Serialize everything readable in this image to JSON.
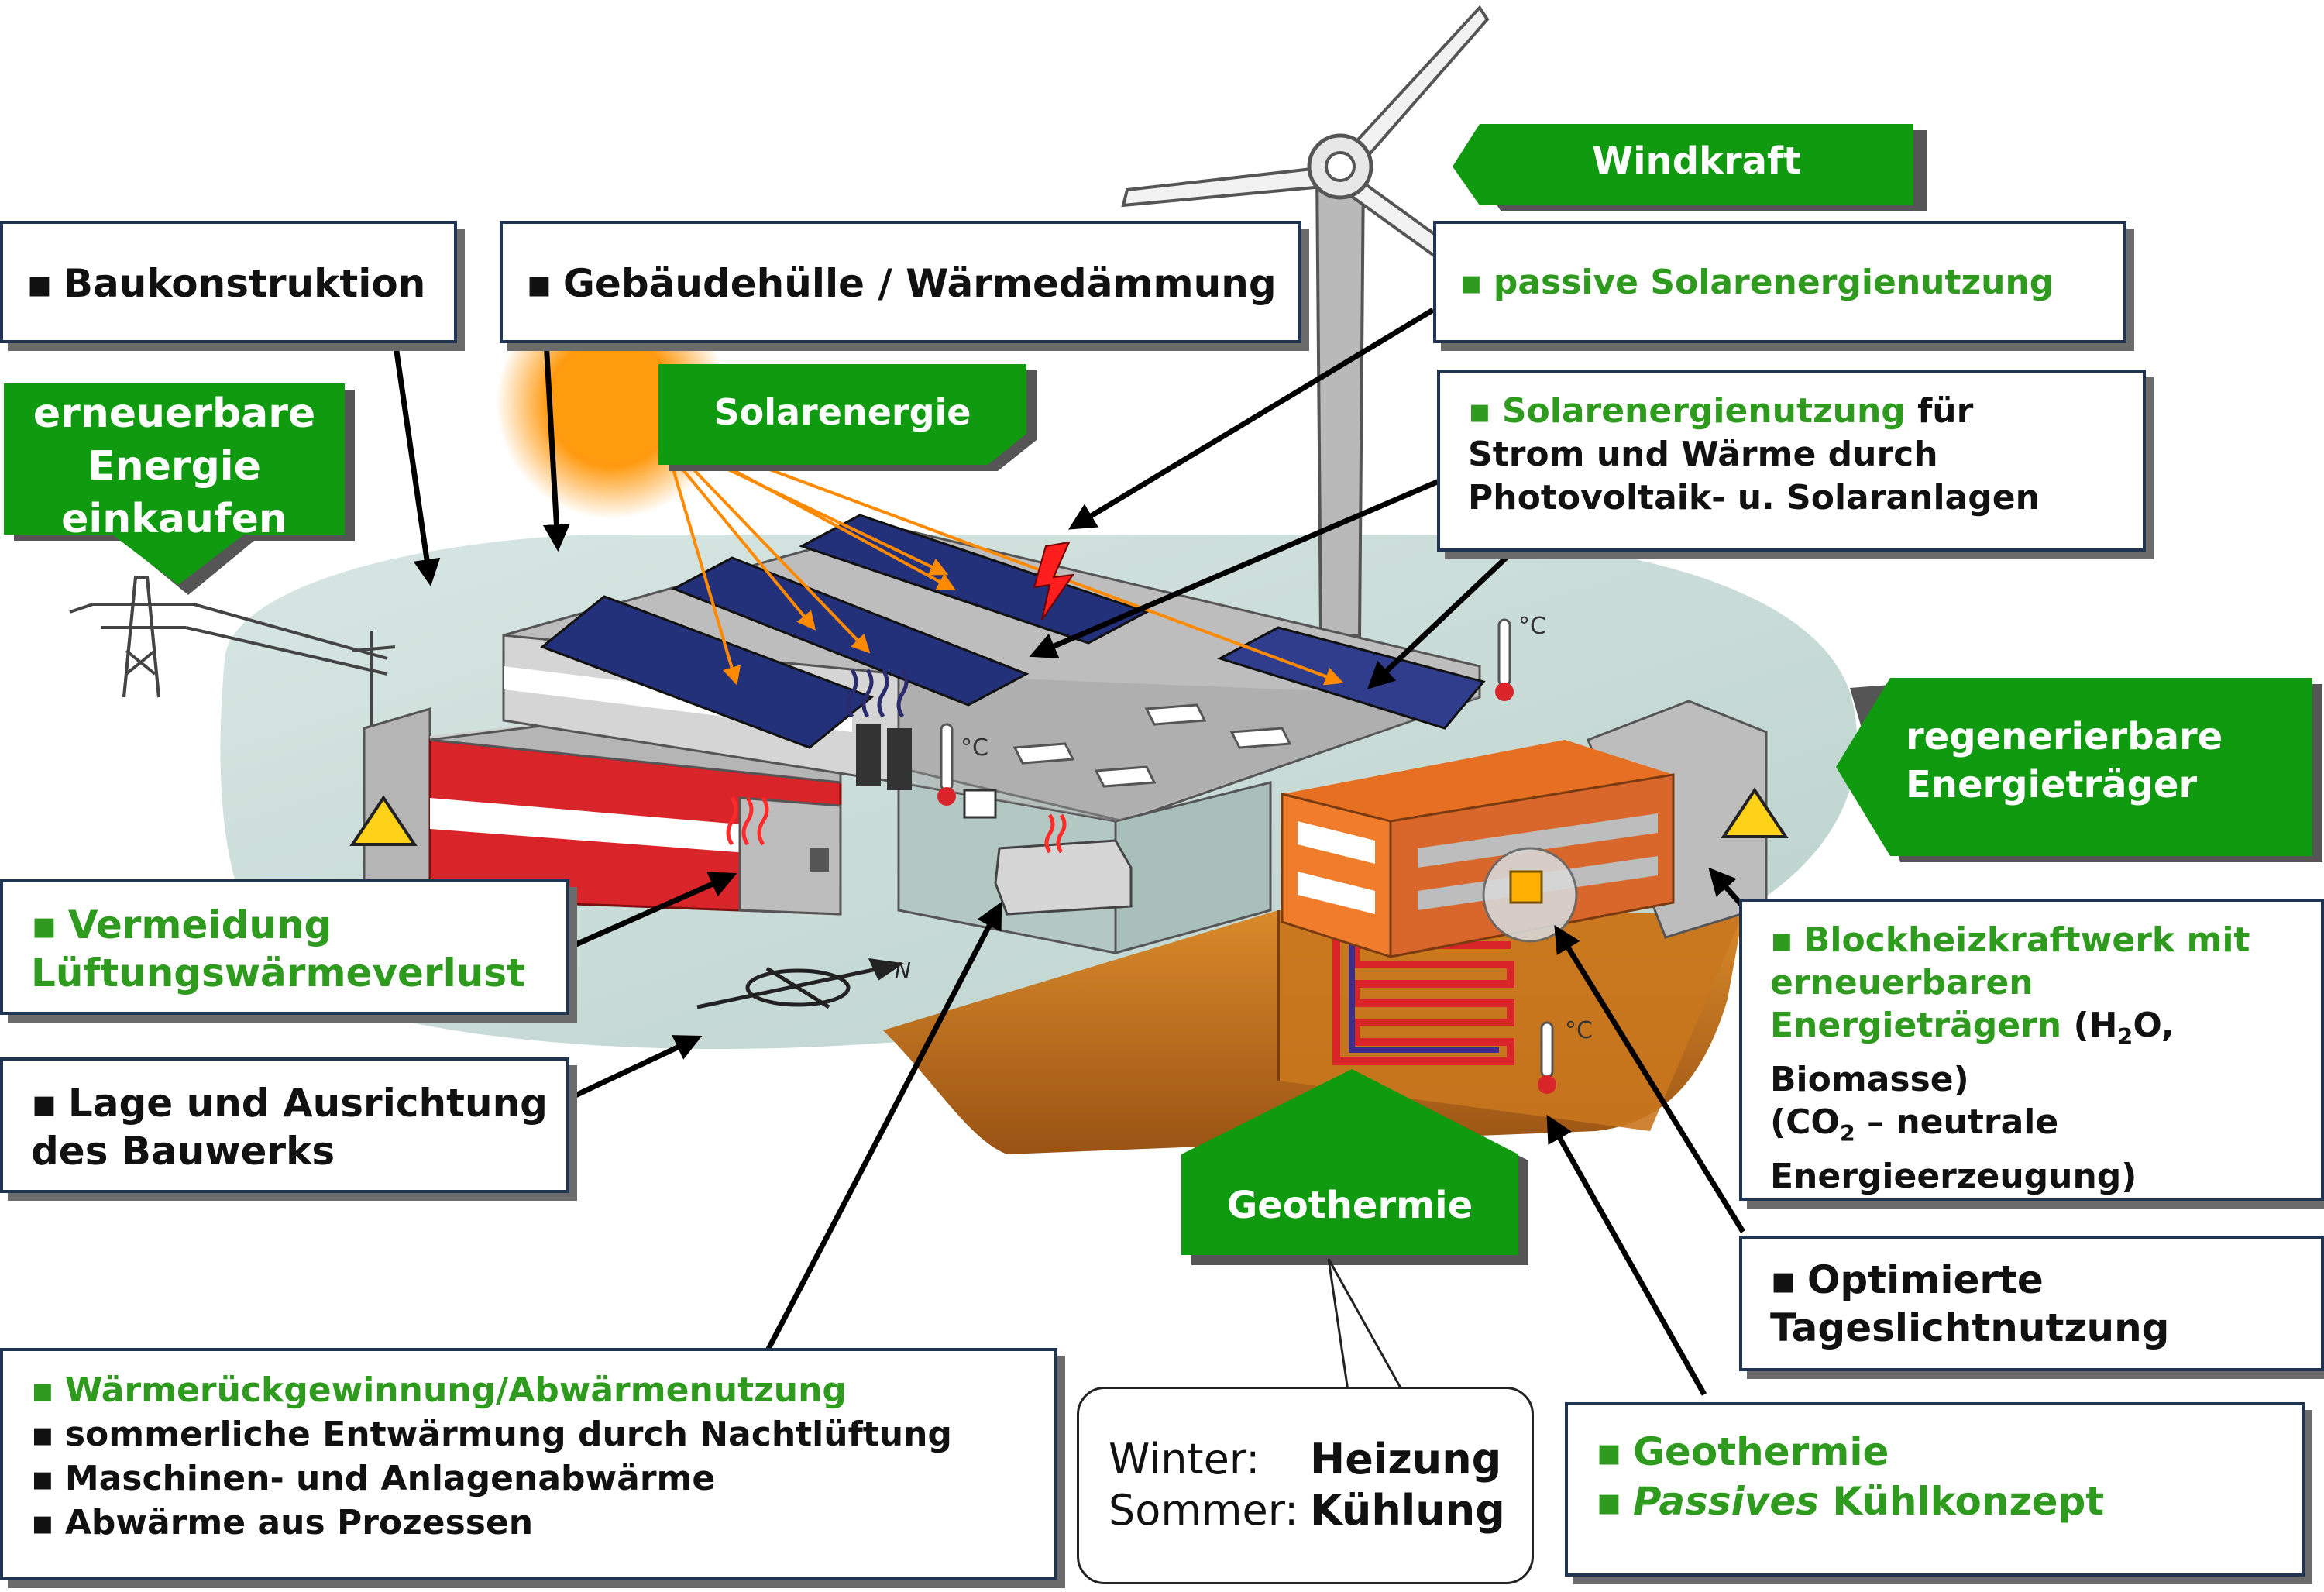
{
  "boxes": {
    "baukonstruktion": "Baukonstruktion",
    "gebaeudehuelle": "Gebäudehülle / Wärmedämmung",
    "passive_solar": "passive Solarenergienutzung",
    "solar_nutzung_green": "Solarenergienutzung",
    "solar_nutzung_rest1": " für",
    "solar_nutzung_line2": "Strom und Wärme durch",
    "solar_nutzung_line3": "Photovoltaik- u. Solaranlagen",
    "vermeidung_line1": "Vermeidung",
    "vermeidung_line2": "Lüftungswärmeverlust",
    "lage_line1": "Lage und Ausrichtung",
    "lage_line2": "des Bauwerks",
    "bhkw_line1": "Blockheizkraftwerk mit",
    "bhkw_line2": "erneuerbaren",
    "bhkw_line3": "Energieträgern",
    "bhkw_line3_rest": " (H",
    "bhkw_h2o_sub": "2",
    "bhkw_h2o_end": "O,",
    "bhkw_line4": "Biomasse)",
    "bhkw_line5a": "(CO",
    "bhkw_co2_sub": "2",
    "bhkw_line5b": " – neutrale",
    "bhkw_line6": "Energieerzeugung)",
    "tageslicht_line1": "Optimierte",
    "tageslicht_line2": "Tageslichtnutzung",
    "waerme_line1": "Wärmerückgewinnung/Abwärmenutzung",
    "waerme_line2": "sommerliche Entwärmung durch Nachtlüftung",
    "waerme_line3": "Maschinen- und Anlagenabwärme",
    "waerme_line4": "Abwärme aus Prozessen",
    "geo_line1": "Geothermie",
    "geo_line2_italic": "Passives",
    "geo_line2_rest": " Kühlkonzept"
  },
  "green_labels": {
    "windkraft": "Windkraft",
    "solarenergie": "Solarenergie",
    "einkaufen_line1": "erneuerbare",
    "einkaufen_line2": "Energie",
    "einkaufen_line3": "einkaufen",
    "regenerierbar_line1": "regenerierbare",
    "regenerierbar_line2": "Energieträger",
    "geothermie": "Geothermie"
  },
  "bubble": {
    "winter_label": "Winter:",
    "winter_value": "Heizung",
    "sommer_label": "Sommer:",
    "sommer_value": "Kühlung"
  },
  "scene": {
    "bullet": "▪",
    "degree_c": "°C",
    "north": "N"
  },
  "colors": {
    "green": "#0f9a0f",
    "green_text": "#2e9a1e",
    "box_border": "#1f3552",
    "ground": "#c6d9d4",
    "earth": "#c8781e",
    "solar_panel": "#23307a",
    "red_building": "#d9242a",
    "orange_building": "#f07d2b"
  }
}
